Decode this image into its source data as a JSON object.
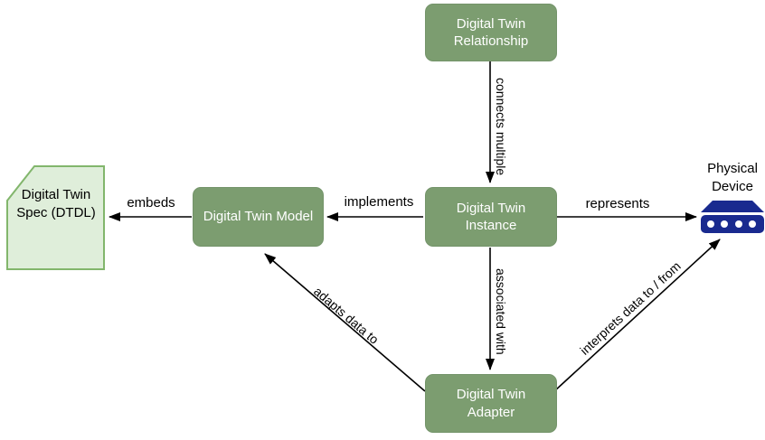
{
  "diagram": {
    "nodes": {
      "relationship": {
        "label": "Digital Twin Relationship"
      },
      "instance": {
        "label": "Digital Twin Instance"
      },
      "model": {
        "label": "Digital Twin Model"
      },
      "adapter": {
        "label": "Digital Twin Adapter"
      },
      "spec": {
        "label": "Digital Twin Spec (DTDL)"
      },
      "device": {
        "label": "Physical Device"
      }
    },
    "edges": {
      "connects_multiple": {
        "label": "connects multiple",
        "from": "relationship",
        "to": "instance"
      },
      "implements": {
        "label": "implements",
        "from": "instance",
        "to": "model"
      },
      "embeds": {
        "label": "embeds",
        "from": "model",
        "to": "spec"
      },
      "represents": {
        "label": "represents",
        "from": "instance",
        "to": "device"
      },
      "associated_with": {
        "label": "associated with",
        "from": "instance",
        "to": "adapter"
      },
      "adapts_data_to": {
        "label": "adapts data to",
        "from": "adapter",
        "to": "model"
      },
      "interprets_data": {
        "label": "interprets data to / from",
        "from": "adapter",
        "to": "device"
      }
    },
    "colors": {
      "node_fill": "#7C9D70",
      "node_text": "#FFFFFF",
      "spec_fill": "#DFEEDA",
      "spec_border": "#82B66C",
      "device_blue": "#192A8F",
      "edge_black": "#000000",
      "background": "#FFFFFF"
    }
  }
}
